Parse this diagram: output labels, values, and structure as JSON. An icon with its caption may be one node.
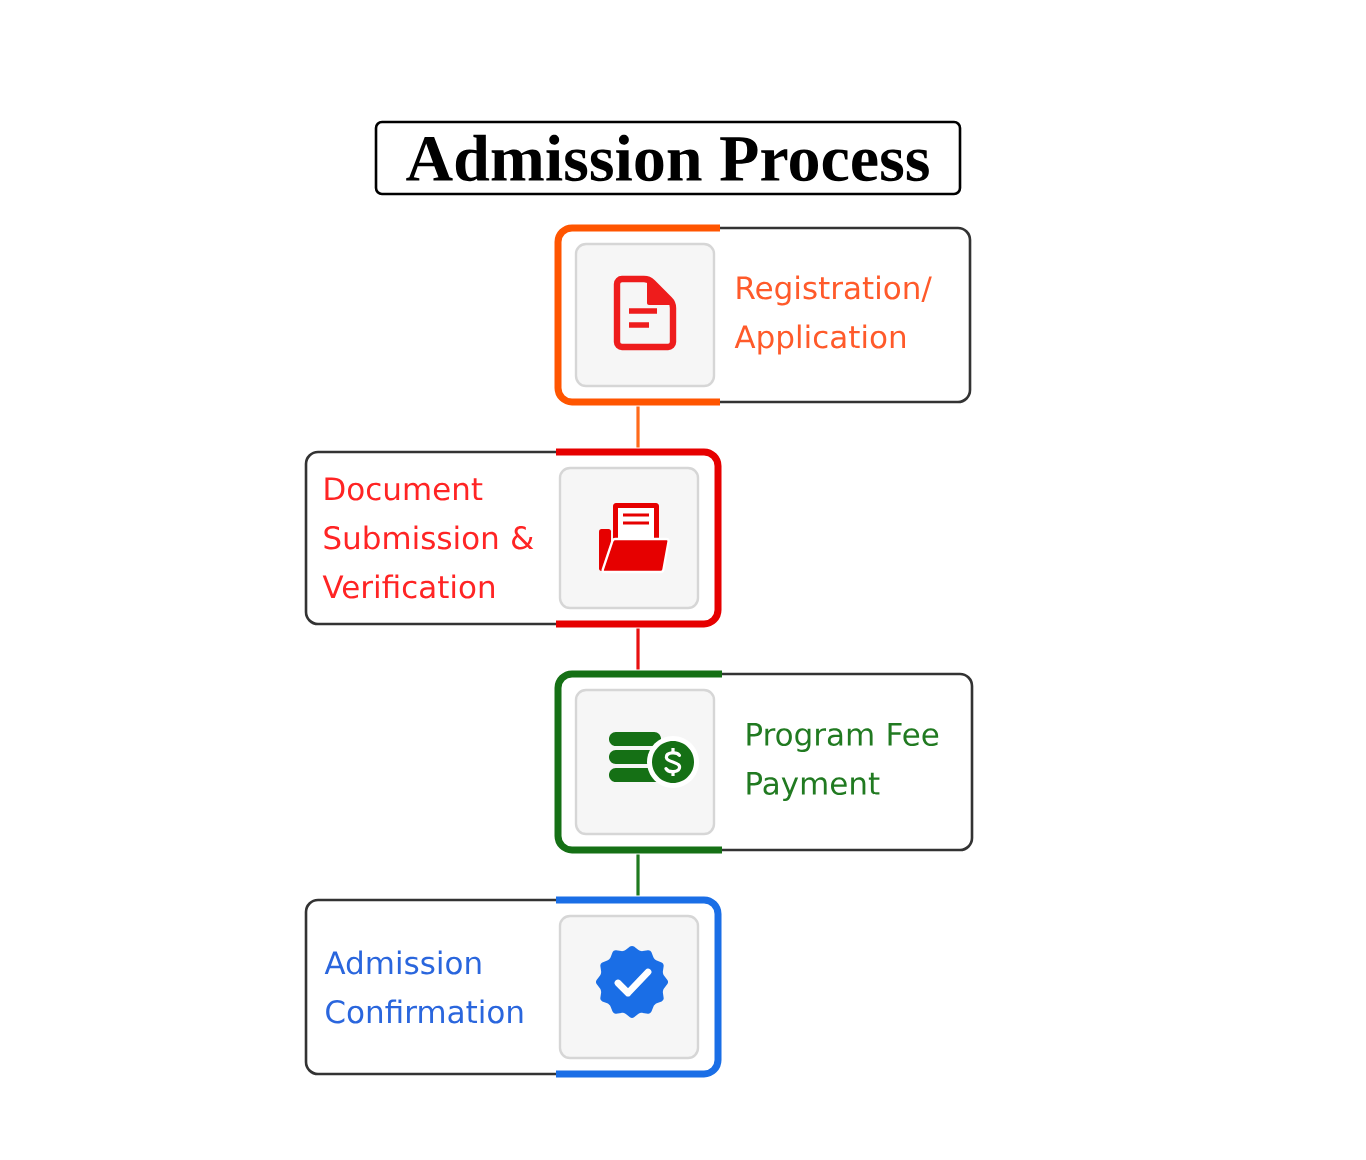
{
  "diagram": {
    "title": "Admission Process",
    "nodes": [
      {
        "text": [
          "Registration/ Application"
        ]
      },
      {
        "text": [
          "Document Submission & Verification"
        ]
      },
      {
        "text": [
          "Program Fee Payment"
        ]
      },
      {
        "text": [
          "Admission Confirmation"
        ]
      }
    ],
    "edges": [
      {
        "from": 0,
        "to": 1,
        "arrow": "none",
        "color": "#ff6a1a"
      },
      {
        "from": 1,
        "to": 2,
        "arrow": "none",
        "color": "#e81010"
      },
      {
        "from": 2,
        "to": 3,
        "arrow": "none",
        "color": "#1f7a1f"
      }
    ]
  }
}
